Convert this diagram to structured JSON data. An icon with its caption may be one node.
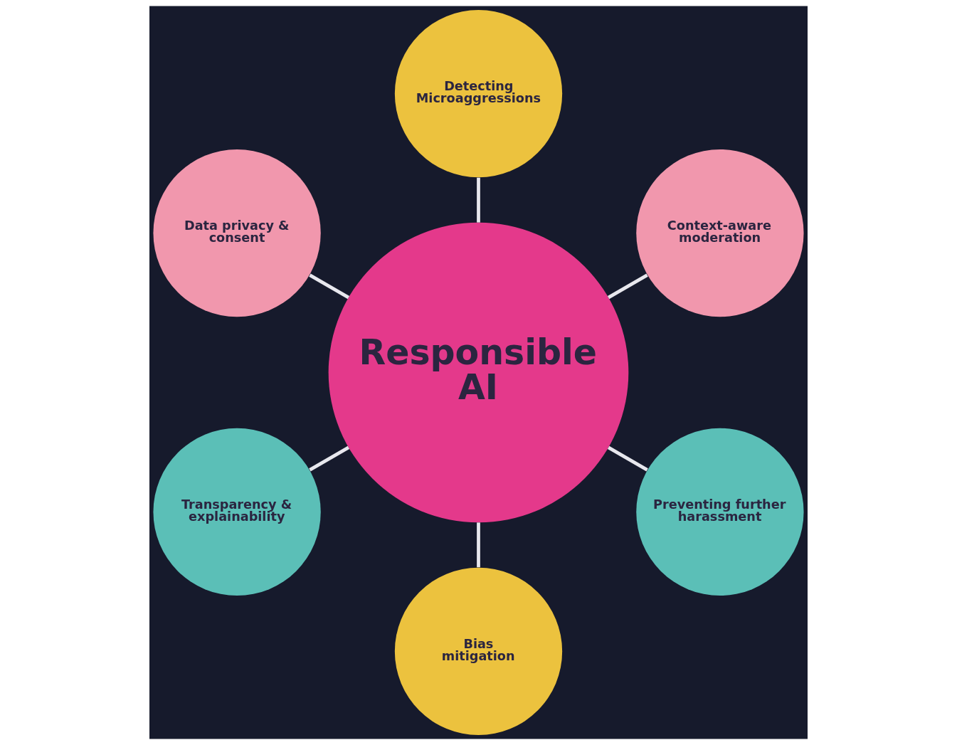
{
  "diagram": {
    "nodes": [
      {
        "text": [
          "Detecting Microaggressions"
        ]
      },
      {
        "text": [
          "Context-aware moderation"
        ]
      },
      {
        "text": [
          "Responsible AI"
        ]
      },
      {
        "text": [
          "Data privacy & consent"
        ]
      },
      {
        "text": [
          "Preventing further harassment"
        ]
      },
      {
        "text": [
          "Transparency & explainability"
        ]
      },
      {
        "text": [
          "Bias mitigation"
        ]
      }
    ],
    "edges": [
      {
        "from": 2,
        "to": 0,
        "arrow": "none"
      },
      {
        "from": 2,
        "to": 1,
        "arrow": "none"
      },
      {
        "from": 2,
        "to": 4,
        "arrow": "none"
      },
      {
        "from": 2,
        "to": 6,
        "arrow": "none"
      },
      {
        "from": 2,
        "to": 5,
        "arrow": "none"
      },
      {
        "from": 2,
        "to": 3,
        "arrow": "none"
      }
    ]
  }
}
